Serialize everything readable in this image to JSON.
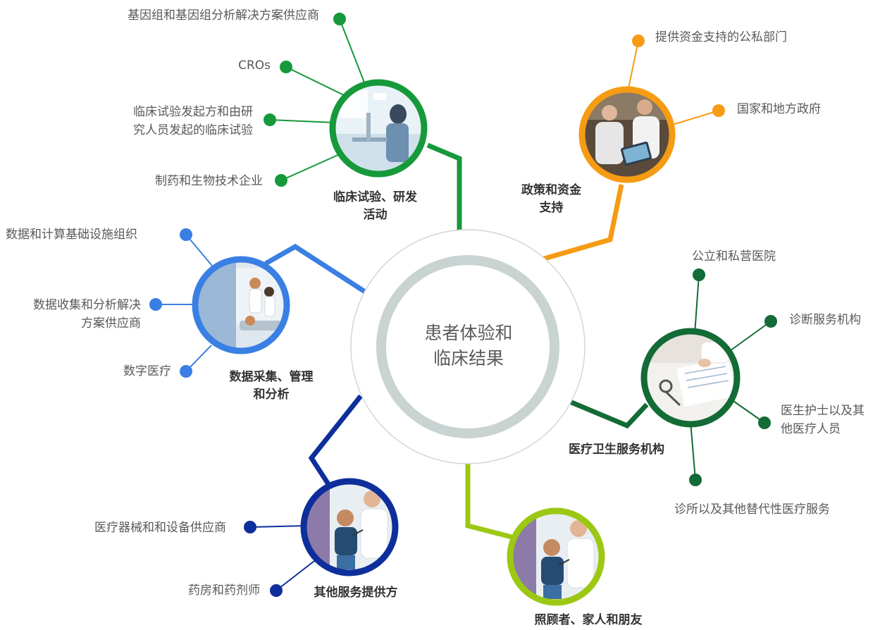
{
  "center": {
    "line1": "患者体验和",
    "line2": "临床结果"
  },
  "colors": {
    "clinical": "#16993a",
    "policy": "#f59b14",
    "data": "#3a7fe3",
    "healthcare": "#136b35",
    "other_providers": "#0e2f9b",
    "caregivers": "#9cc814",
    "center_ring": "#c9d3d1"
  },
  "categories": {
    "clinical": {
      "line1": "临床试验、研发",
      "line2": "活动"
    },
    "policy": {
      "line1": "政策和资金",
      "line2": "支持"
    },
    "data": {
      "line1": "数据采集、管理",
      "line2": "和分析"
    },
    "healthcare": {
      "line1": "医疗卫生服务机构"
    },
    "other_providers": {
      "line1": "其他服务提供方"
    },
    "caregivers": {
      "line1": "照顾者、家人和朋友"
    }
  },
  "nodes": {
    "clinical": [
      {
        "text": "基因组和基因组分析解决方案供应商"
      },
      {
        "text": "CROs"
      },
      {
        "line1": "临床试验发起方和由研",
        "line2": "究人员发起的临床试验"
      },
      {
        "text": "制药和生物技术企业"
      }
    ],
    "policy": [
      {
        "text": "提供资金支持的公私部门"
      },
      {
        "text": "国家和地方政府"
      }
    ],
    "data": [
      {
        "text": "数据和计算基础设施组织"
      },
      {
        "line1": "数据收集和分析解决",
        "line2": "方案供应商"
      },
      {
        "text": "数字医疗"
      }
    ],
    "healthcare": [
      {
        "text": "公立和私营医院"
      },
      {
        "text": "诊断服务机构"
      },
      {
        "line1": "医生护士以及其",
        "line2": "他医疗人员"
      },
      {
        "text": "诊所以及其他替代性医疗服务"
      }
    ],
    "other_providers": [
      {
        "text": "医疗器械和和设备供应商"
      },
      {
        "text": "药房和药剂师"
      }
    ]
  },
  "images": {
    "clinical": "laboratory-researcher-photo",
    "policy": "meeting-tablet-photo",
    "data": "hospital-corridor-photo",
    "healthcare": "doctor-writing-photo",
    "other_providers": "doctor-child-patient-photo",
    "caregivers": "doctor-child-patient-photo"
  }
}
